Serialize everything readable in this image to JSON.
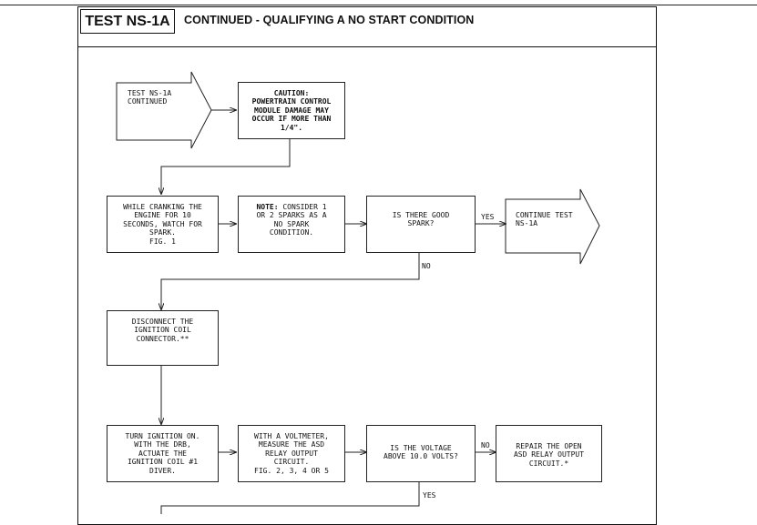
{
  "header": {
    "tag": "TEST NS-1A",
    "title": "CONTINUED - QUALIFYING A NO START CONDITION"
  },
  "nodes": {
    "start": "TEST NS-1A\nCONTINUED",
    "caution": "CAUTION:\nPOWERTRAIN CONTROL\nMODULE DAMAGE MAY\nOCCUR IF MORE THAN\n1/4\".",
    "crank": "WHILE CRANKING THE\nENGINE FOR 10\nSECONDS, WATCH FOR\nSPARK.\nFIG. 1",
    "note_label": "NOTE:",
    "note_text": " CONSIDER 1\nOR 2 SPARKS AS A\nNO SPARK\nCONDITION.",
    "spark_q": "IS THERE GOOD\nSPARK?",
    "continue": "CONTINUE TEST\nNS-1A",
    "disconnect": "DISCONNECT THE\nIGNITION COIL\nCONNECTOR.**",
    "ignition": "TURN IGNITION ON.\nWITH THE DRB,\nACTUATE THE\nIGNITION COIL #1\nDIVER.",
    "voltmeter": "WITH A VOLTMETER,\nMEASURE THE ASD\nRELAY OUTPUT\nCIRCUIT.\nFIG. 2, 3, 4 OR 5",
    "voltage_q": "IS THE VOLTAGE\nABOVE 10.0 VOLTS?",
    "repair": "REPAIR THE OPEN\nASD RELAY OUTPUT\nCIRCUIT.*"
  },
  "labels": {
    "yes1": "YES",
    "no1": "NO",
    "no2": "NO",
    "yes2": "YES"
  }
}
